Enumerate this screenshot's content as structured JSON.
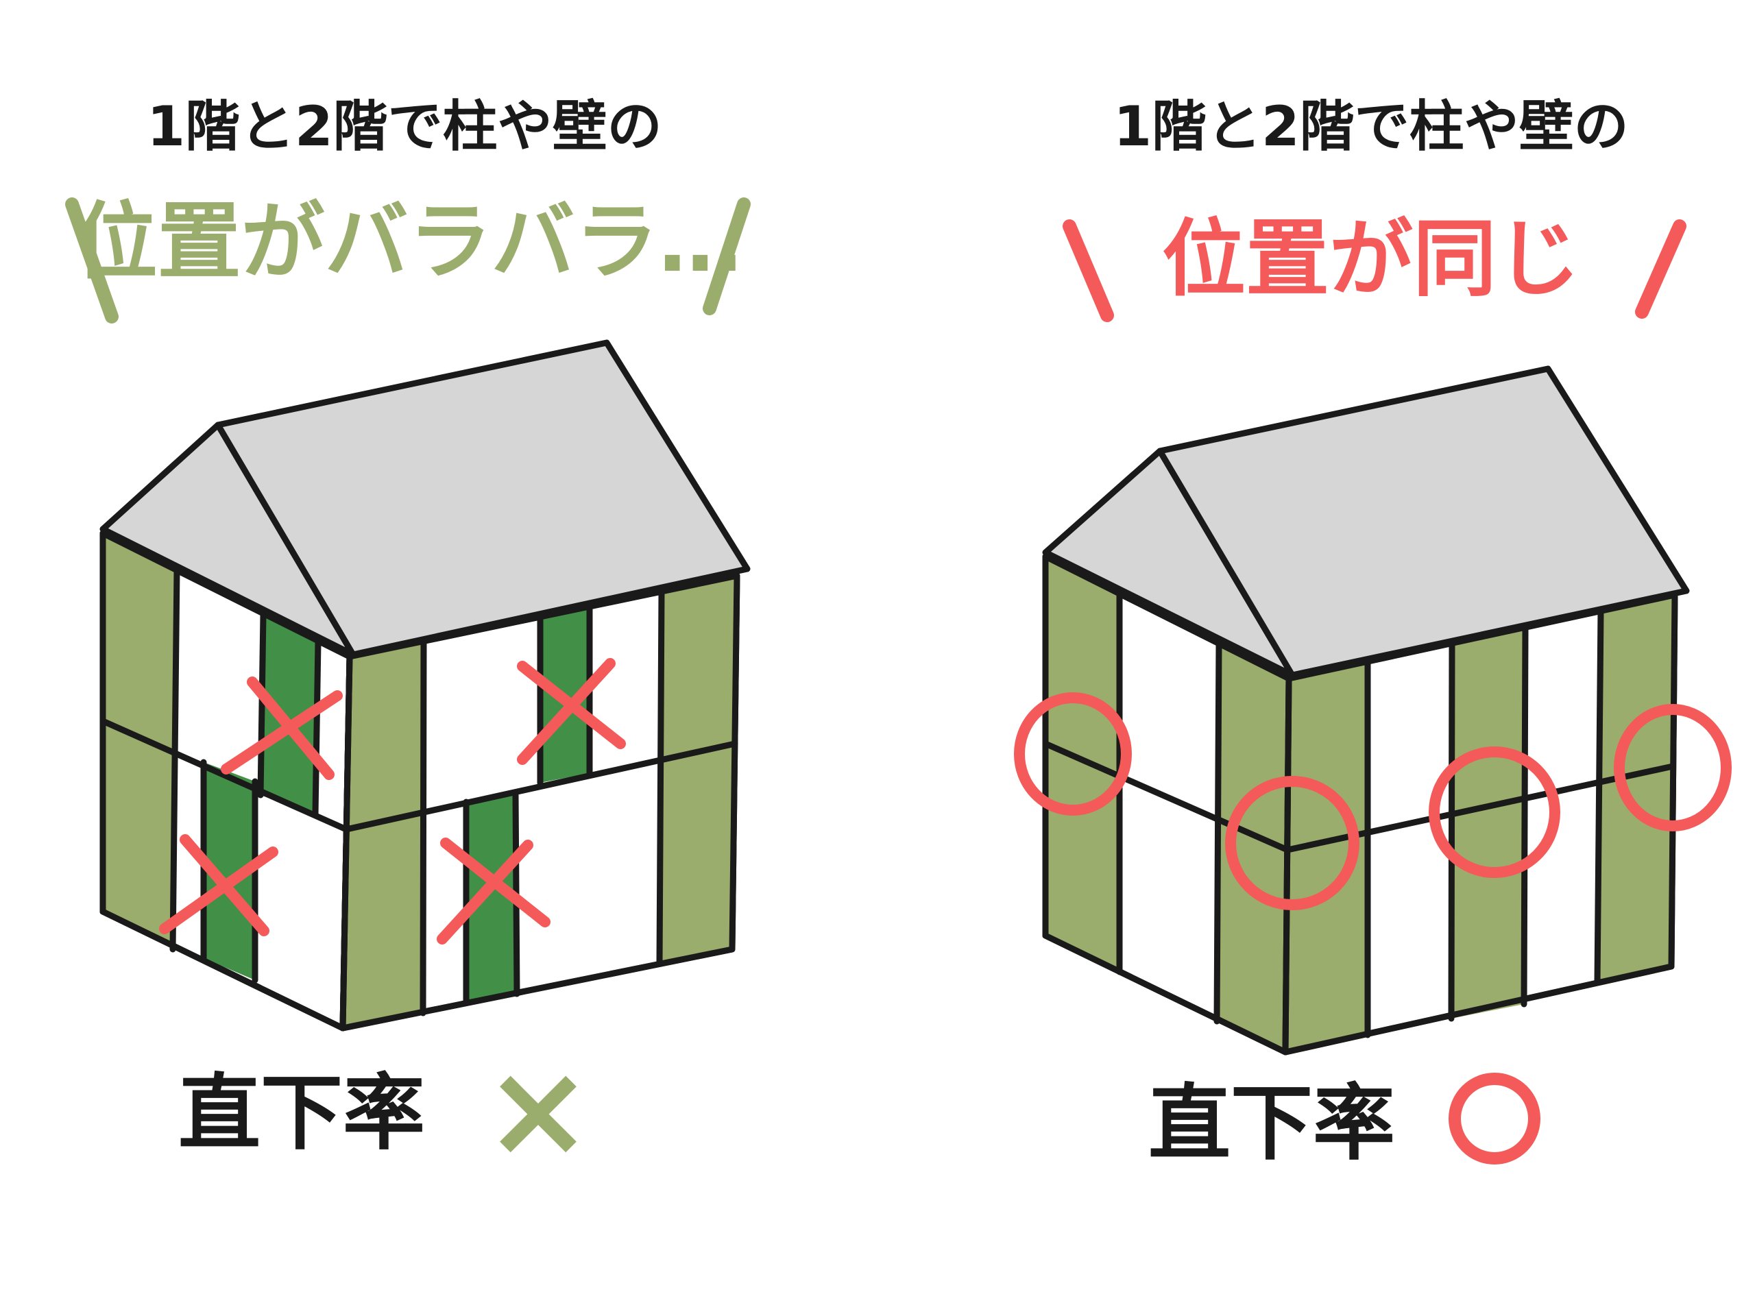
{
  "left": {
    "heading": "1階と2階で柱や壁の",
    "highlight": "位置がバラバラ…",
    "caption": "直下率",
    "verdict": "×"
  },
  "right": {
    "heading": "1階と2階で柱や壁の",
    "highlight": "位置が同じ",
    "caption": "直下率",
    "verdict": "○"
  },
  "colors": {
    "wall_green": "#9bad6c",
    "column_green": "#428f48",
    "accent_red": "#f45a59",
    "roof_gray": "#d6d6d6",
    "outline": "#1a1a1a"
  }
}
